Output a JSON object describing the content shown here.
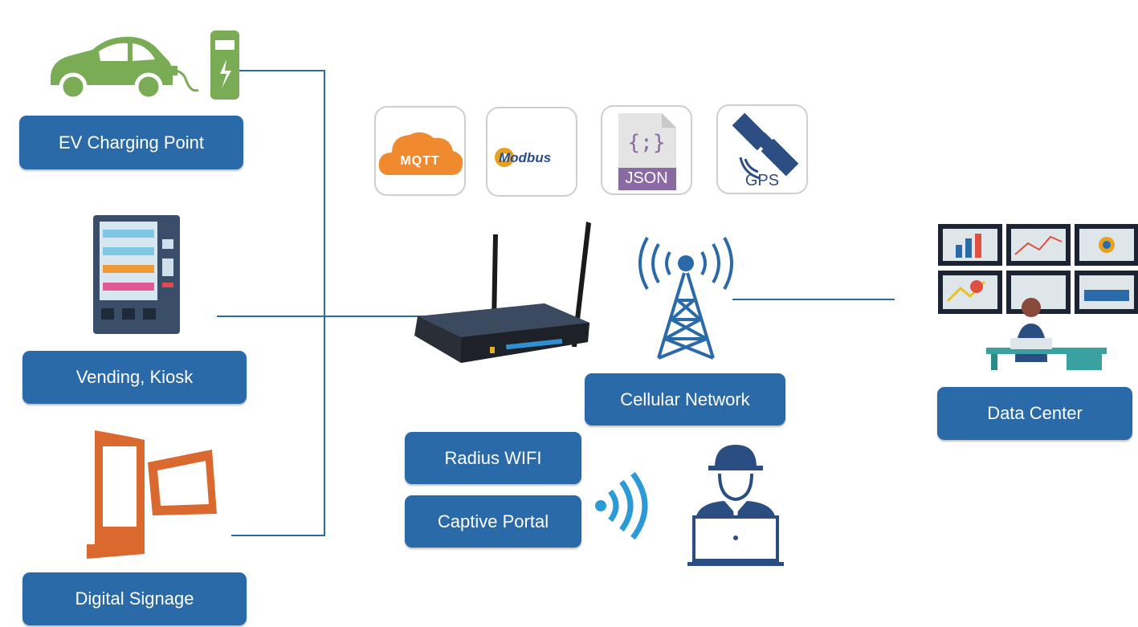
{
  "devices": {
    "ev_label": "EV Charging Point",
    "vending_label": "Vending, Kiosk",
    "signage_label": "Digital Signage"
  },
  "protocols": {
    "mqtt": "MQTT",
    "modbus": "Modbus",
    "json": "JSON",
    "json_symbol": "{;}",
    "gps": "GPS"
  },
  "network": {
    "cellular_label": "Cellular Network",
    "radius_label": "Radius WIFI",
    "captive_label": "Captive Portal"
  },
  "datacenter": {
    "label": "Data Center"
  },
  "colors": {
    "label_bg": "#2b6aa8",
    "line": "#2e6a9e",
    "ev_green": "#7aab55",
    "signage_orange": "#d9692e",
    "tower_blue": "#2b6aa8",
    "wifi_blue": "#2b9ad6",
    "mqtt_orange": "#ef8a2e",
    "json_purple": "#8a6aa3"
  }
}
